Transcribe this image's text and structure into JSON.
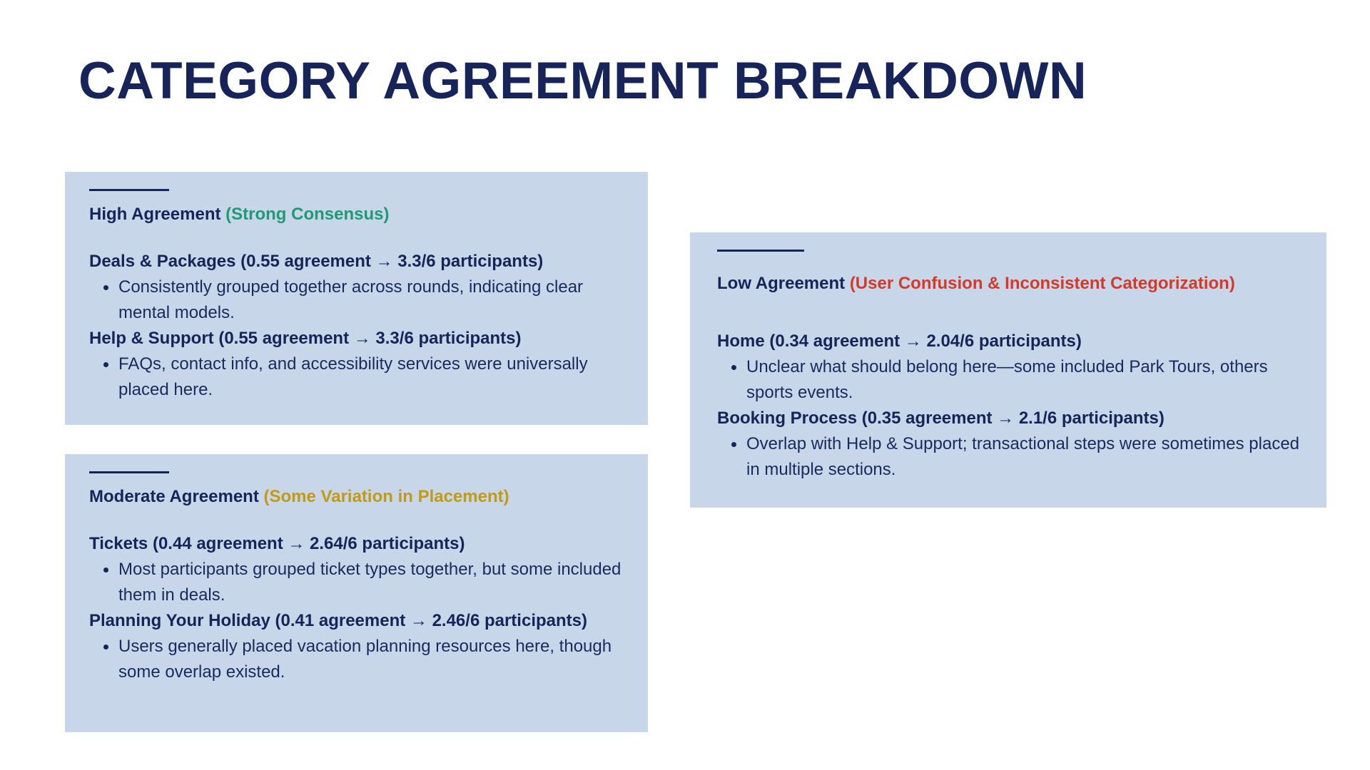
{
  "title": "CATEGORY AGREEMENT BREAKDOWN",
  "colors": {
    "navy": "#16245a",
    "card_bg": "#c8d6e9",
    "green": "#1f9a75",
    "gold": "#c39a14",
    "red": "#d23a2a"
  },
  "high": {
    "label": "High Agreement",
    "qualifier": "(Strong Consensus)",
    "items": [
      {
        "title": "Deals & Packages (0.55 agreement → 3.3/6 participants)",
        "bullet": "Consistently grouped together across rounds, indicating clear mental models."
      },
      {
        "title": "Help & Support (0.55 agreement → 3.3/6 participants)",
        "bullet": "FAQs, contact info, and accessibility services were universally placed here."
      }
    ]
  },
  "moderate": {
    "label": "Moderate Agreement",
    "qualifier": "(Some Variation in Placement)",
    "items": [
      {
        "title": "Tickets (0.44 agreement → 2.64/6 participants)",
        "bullet": "Most participants grouped ticket types together, but some included them in deals."
      },
      {
        "title": "Planning Your Holiday (0.41 agreement → 2.46/6 participants)",
        "bullet": "Users generally placed vacation planning resources here, though some overlap existed."
      }
    ]
  },
  "low": {
    "label": "Low Agreement",
    "qualifier": "(User Confusion & Inconsistent Categorization)",
    "items": [
      {
        "title": "Home (0.34 agreement → 2.04/6 participants)",
        "bullet": "Unclear what should belong here—some included Park Tours, others sports events."
      },
      {
        "title": "Booking Process (0.35 agreement → 2.1/6 participants)",
        "bullet": "Overlap with Help & Support; transactional steps were sometimes placed in multiple sections."
      }
    ]
  }
}
